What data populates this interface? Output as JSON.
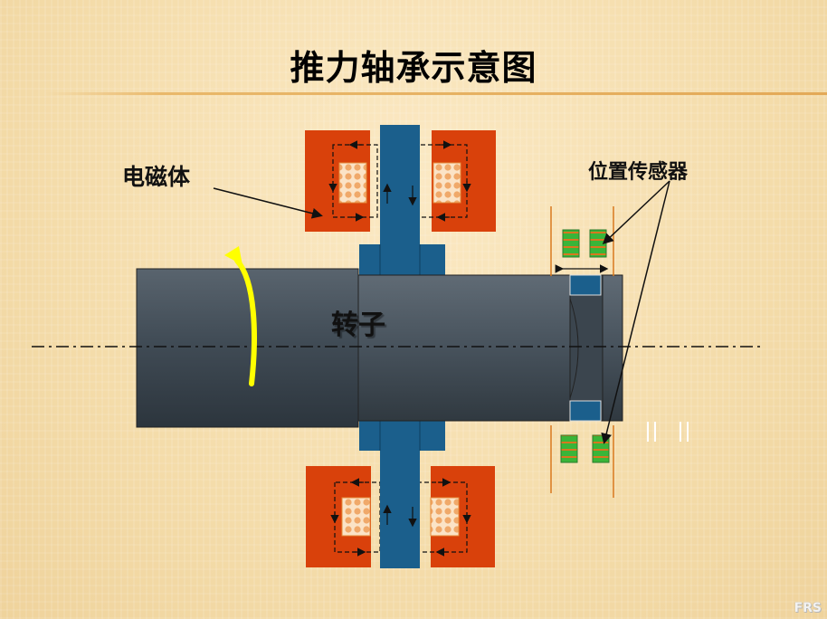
{
  "slide": {
    "title": "推力轴承示意图",
    "logo": "FRS"
  },
  "labels": {
    "electromagnet": "电磁体",
    "position_sensor": "位置传感器",
    "rotor": "转子"
  },
  "colors": {
    "electromagnet_core": "#d9410b",
    "coil": "#f3c89a",
    "thrust_disc": "#1b5f8c",
    "rotor_body": "#3e4a54",
    "rotation_arrow": "#ffff00",
    "sensor_coil": "#3cb43c",
    "sensor_winding": "#d9791f"
  }
}
